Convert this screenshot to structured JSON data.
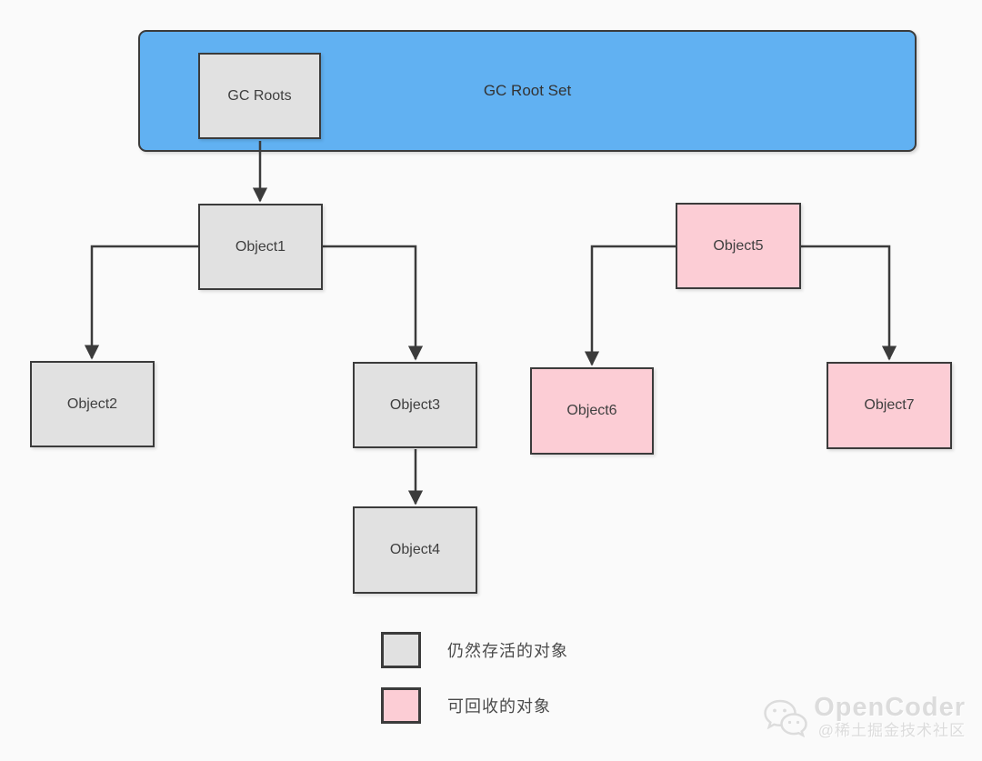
{
  "diagram": {
    "root_container": {
      "label": "GC Root Set"
    },
    "nodes": {
      "gc_roots": {
        "label": "GC Roots",
        "type": "alive"
      },
      "object1": {
        "label": "Object1",
        "type": "alive"
      },
      "object2": {
        "label": "Object2",
        "type": "alive"
      },
      "object3": {
        "label": "Object3",
        "type": "alive"
      },
      "object4": {
        "label": "Object4",
        "type": "alive"
      },
      "object5": {
        "label": "Object5",
        "type": "collectible"
      },
      "object6": {
        "label": "Object6",
        "type": "collectible"
      },
      "object7": {
        "label": "Object7",
        "type": "collectible"
      }
    },
    "edges": [
      {
        "from": "gc_roots",
        "to": "object1"
      },
      {
        "from": "object1",
        "to": "object2"
      },
      {
        "from": "object1",
        "to": "object3"
      },
      {
        "from": "object3",
        "to": "object4"
      },
      {
        "from": "object5",
        "to": "object6"
      },
      {
        "from": "object5",
        "to": "object7"
      }
    ]
  },
  "legend": {
    "items": [
      {
        "label": "仍然存活的对象",
        "color": "#e1e1e1"
      },
      {
        "label": "可回收的对象",
        "color": "#fccdd5"
      }
    ]
  },
  "watermark": {
    "icon": "wechat-icon",
    "brand": "OpenCoder",
    "handle": "@稀土掘金技术社区"
  },
  "colors": {
    "root_set_fill": "#61b1f2",
    "alive_fill": "#e1e1e1",
    "collectible_fill": "#fccdd5",
    "border": "#3b3b3b",
    "background": "#fafafa"
  }
}
